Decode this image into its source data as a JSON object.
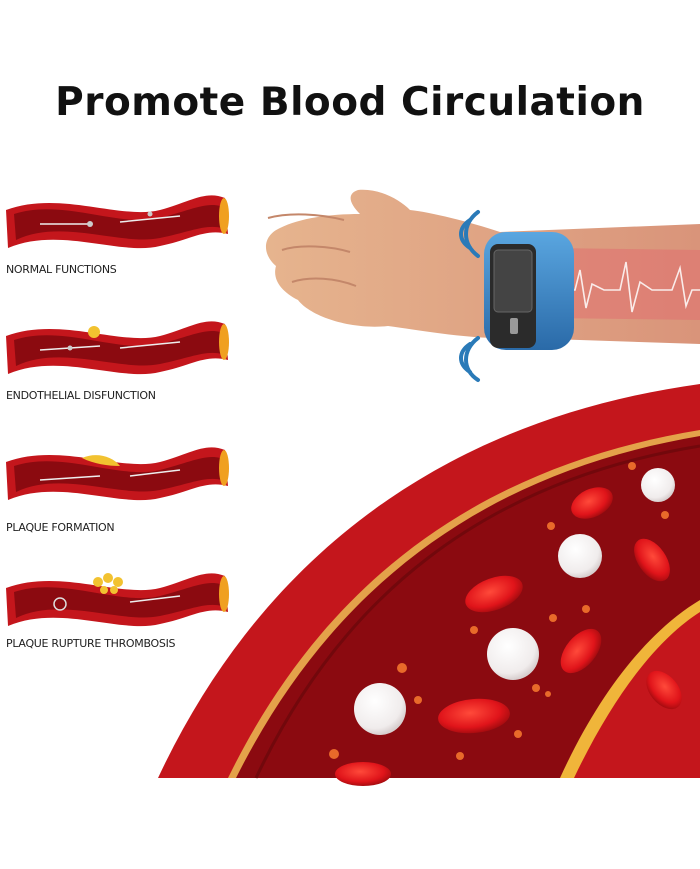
{
  "title": "Promote Blood Circulation",
  "stages": [
    {
      "label": "NORMAL FUNCTIONS",
      "icon": "normal-vessel-icon"
    },
    {
      "label": "ENDOTHELIAL DISFUNCTION",
      "icon": "endothelial-vessel-icon"
    },
    {
      "label": "PLAQUE FORMATION",
      "icon": "plaque-vessel-icon"
    },
    {
      "label": "PLAQUE RUPTURE THROMBOSIS",
      "icon": "thrombosis-vessel-icon"
    }
  ],
  "colors": {
    "vessel_wall": "#c4161c",
    "vessel_inner": "#8b0a10",
    "plaque": "#f2c230",
    "bracelet": "#3a86c8",
    "skin": "#e6b48e"
  }
}
